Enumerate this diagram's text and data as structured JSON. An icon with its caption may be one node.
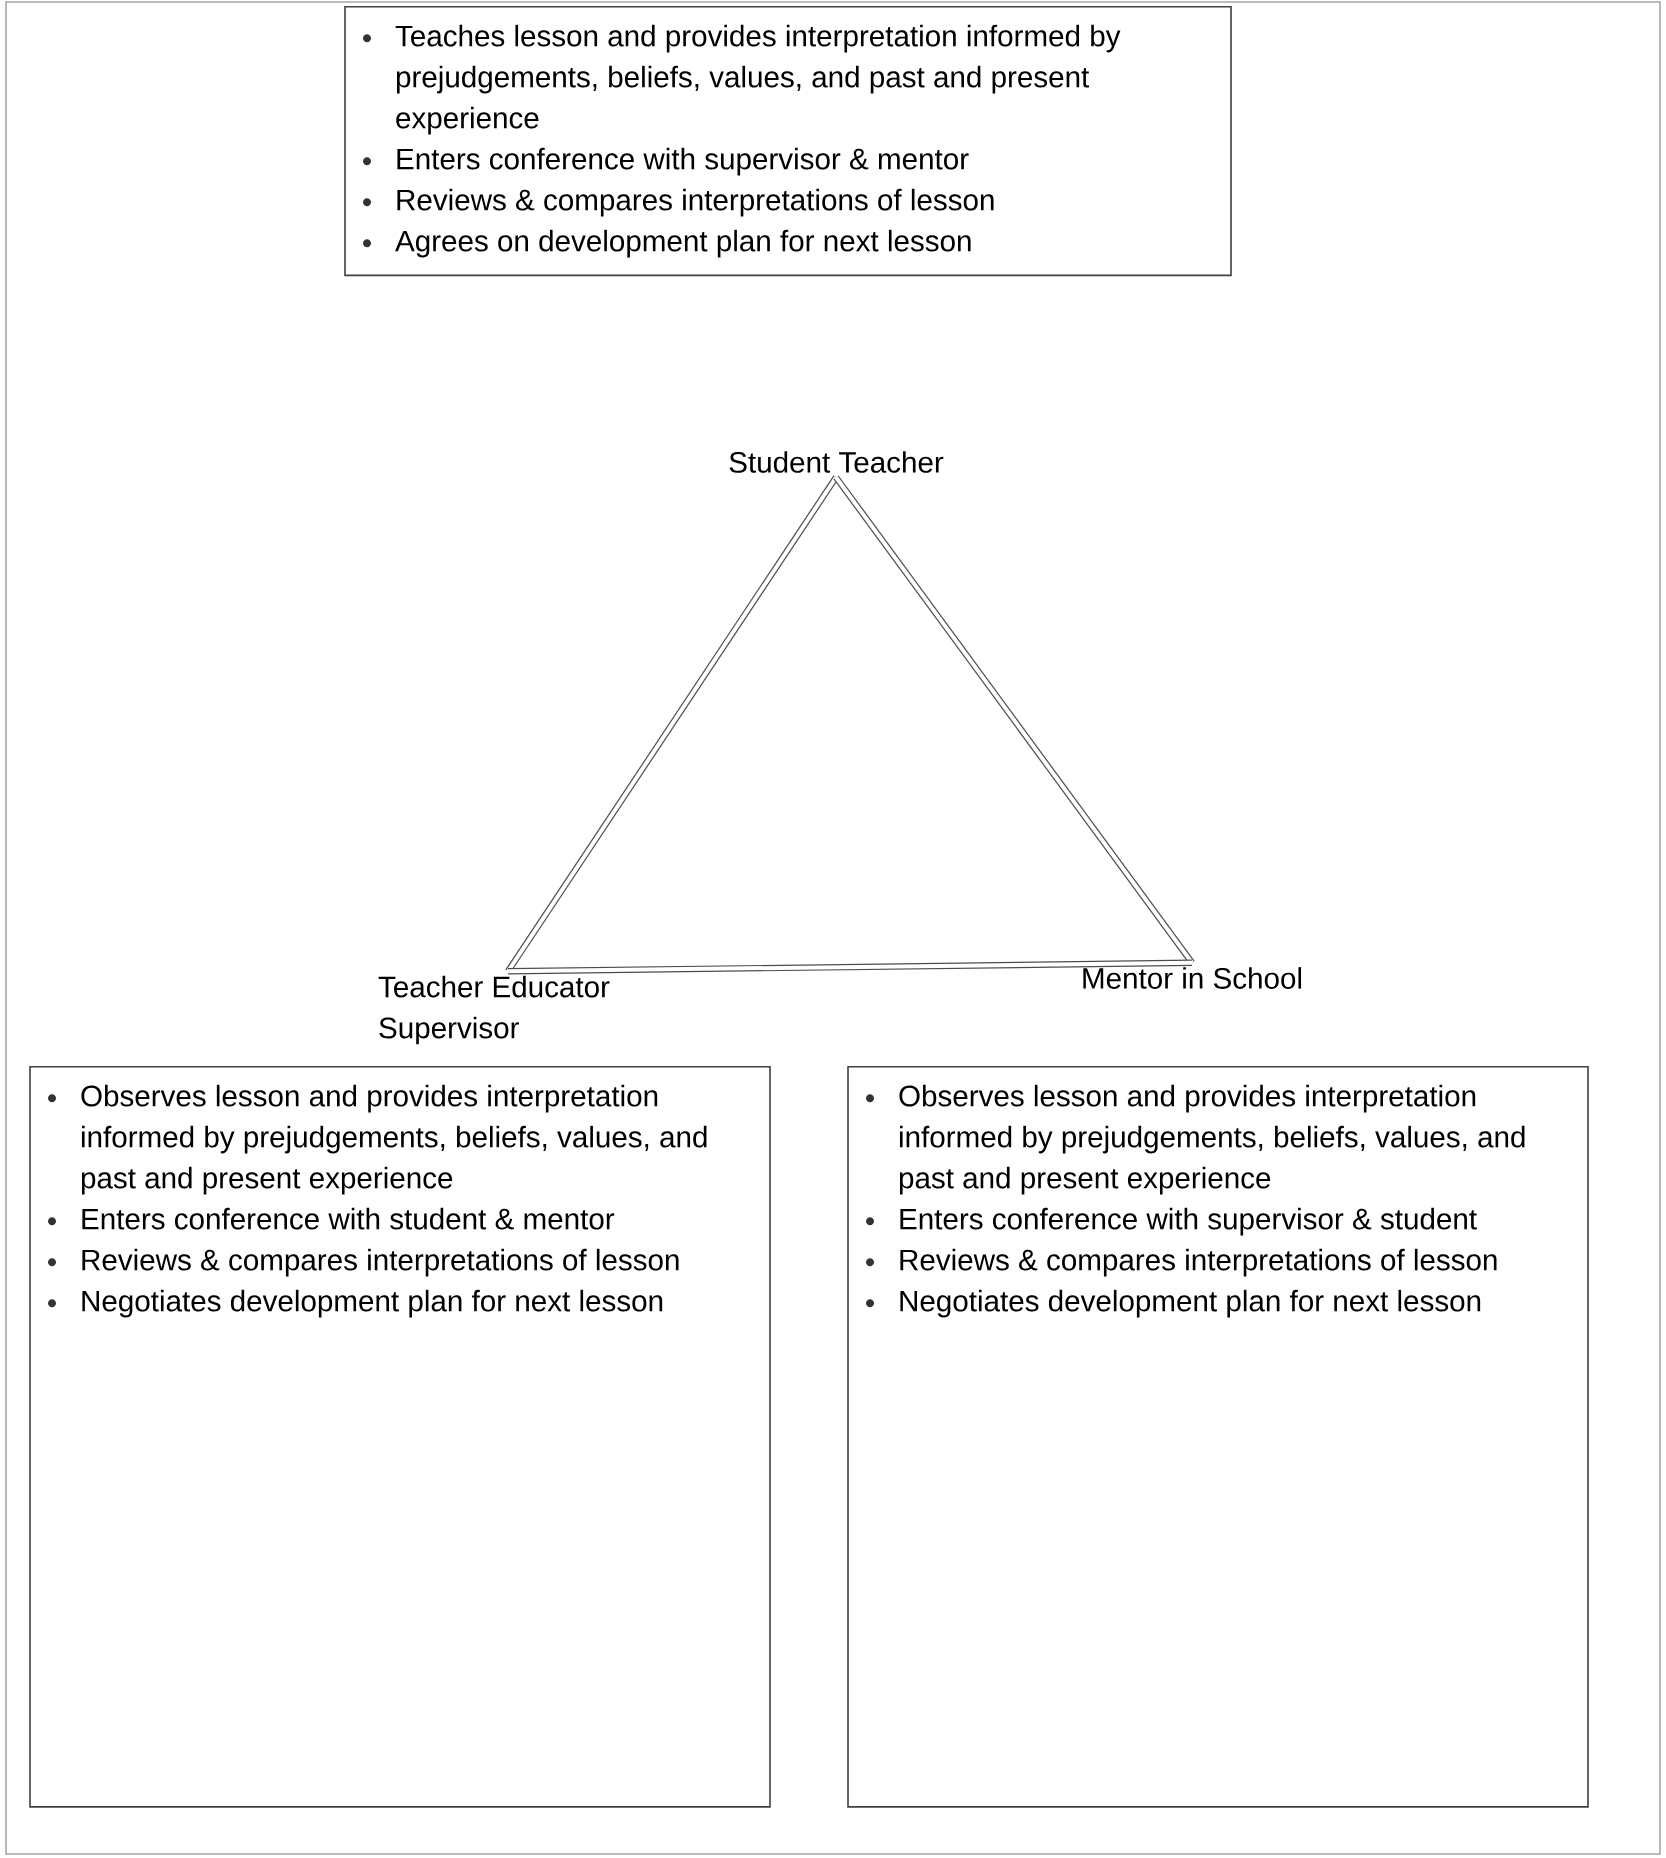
{
  "diagram": {
    "nodes": [
      {
        "text": [
          "Teaches lesson and provides interpretation informed by prejudgements, beliefs, values, and past and present experience",
          "Enters conference with supervisor & mentor",
          "Reviews & compares interpretations of lesson",
          "Agrees on development plan for next lesson"
        ]
      },
      {
        "text": [
          "Student Teacher"
        ]
      },
      {
        "text": [
          "Teacher Educator Supervisor"
        ]
      },
      {
        "text": [
          "Mentor in School"
        ]
      },
      {
        "text": [
          "Observes lesson and provides interpretation informed by prejudgements, beliefs, values, and past and present experience",
          "Enters conference with student & mentor",
          "Reviews & compares interpretations of lesson",
          "Negotiates development plan for next lesson"
        ]
      },
      {
        "text": [
          "Observes lesson and provides interpretation informed by prejudgements, beliefs, values, and past and present experience",
          "Enters conference with supervisor & student",
          "Reviews & compares interpretations of lesson",
          "Negotiates development plan for next lesson"
        ]
      }
    ],
    "edges": [
      {
        "from": 1,
        "to": 2,
        "arrow": "none"
      },
      {
        "from": 1,
        "to": 3,
        "arrow": "none"
      },
      {
        "from": 2,
        "to": 3,
        "arrow": "none"
      }
    ]
  }
}
